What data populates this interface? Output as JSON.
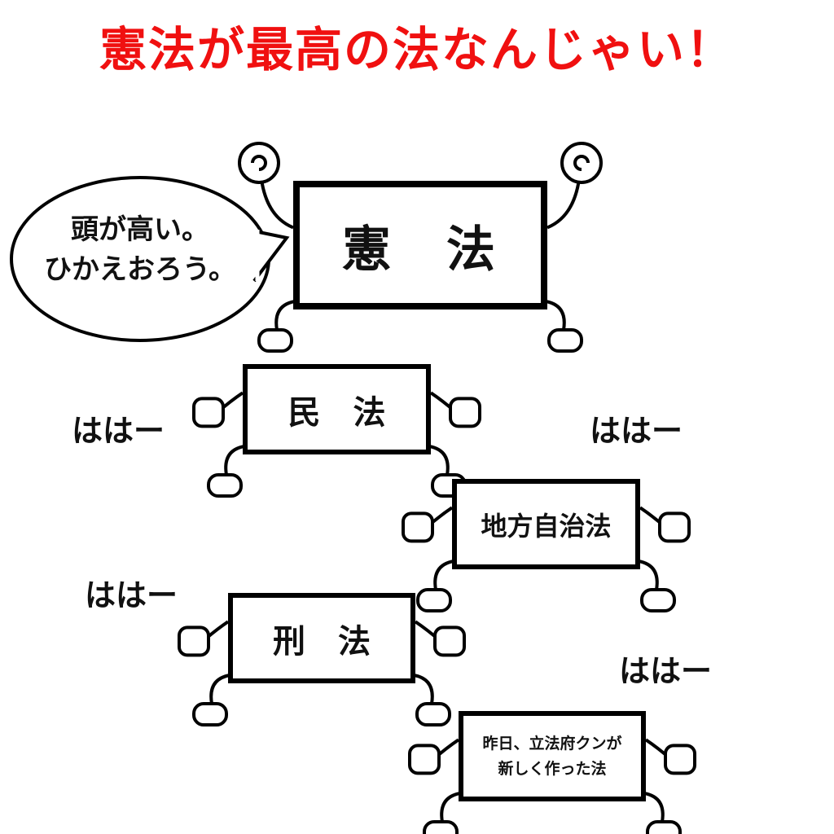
{
  "title": "憲法が最高の法なんじゃい！",
  "title_color": "#f01010",
  "speech": {
    "line1": "頭が高い。",
    "line2": "ひかえおろう。"
  },
  "boxes": {
    "kenpo": "憲　法",
    "minpo": "民　法",
    "chiho": "地方自治法",
    "keiho": "刑　法",
    "newlaw_line1": "昨日、立法府クンが",
    "newlaw_line2": "新しく作った法"
  },
  "bows": [
    "ははー",
    "ははー",
    "ははー",
    "ははー"
  ]
}
